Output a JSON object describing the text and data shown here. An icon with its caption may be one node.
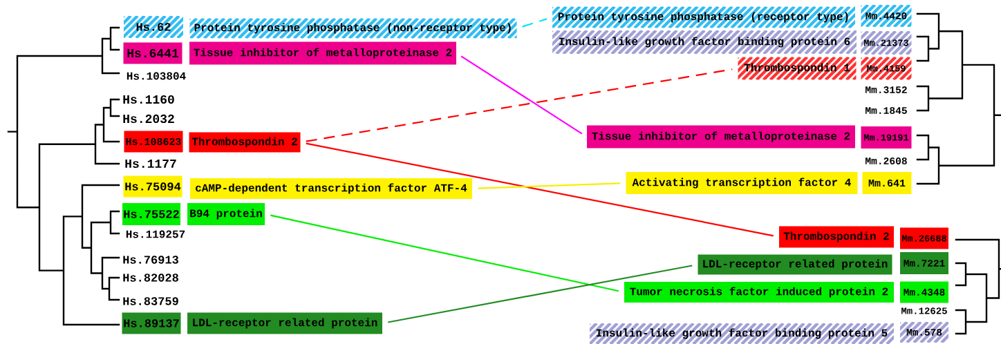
{
  "diagram": {
    "nodes": [
      {
        "text": [
          "Hs.62"
        ]
      },
      {
        "text": [
          "Protein tyrosine phosphatase (non-receptor type)"
        ]
      },
      {
        "text": [
          "Hs.6441"
        ]
      },
      {
        "text": [
          "Tissue inhibitor of metalloproteinase 2"
        ]
      },
      {
        "text": [
          "Hs.108623"
        ]
      },
      {
        "text": [
          "Thrombospondin 2"
        ]
      },
      {
        "text": [
          "Hs.75094"
        ]
      },
      {
        "text": [
          "cAMP-dependent transcription factor ATF-4"
        ]
      },
      {
        "text": [
          "Hs.75522"
        ]
      },
      {
        "text": [
          "B94 protein"
        ]
      },
      {
        "text": [
          "Hs.89137"
        ]
      },
      {
        "text": [
          "LDL-receptor related protein"
        ]
      },
      {
        "text": [
          "Protein tyrosine phosphatase (receptor type)"
        ]
      },
      {
        "text": [
          "Mm.4420"
        ]
      },
      {
        "text": [
          "Insulin-like growth factor binding protein 6"
        ]
      },
      {
        "text": [
          "Mm.21373"
        ]
      },
      {
        "text": [
          "Thrombospondin 1"
        ]
      },
      {
        "text": [
          "Mm.4159"
        ]
      },
      {
        "text": [
          "Tissue inhibitor of metalloproteinase 2"
        ]
      },
      {
        "text": [
          "Mm.19191"
        ]
      },
      {
        "text": [
          "Activating transcription factor 4"
        ]
      },
      {
        "text": [
          "Mm.641"
        ]
      },
      {
        "text": [
          "Thrombospondin 2"
        ]
      },
      {
        "text": [
          "Mm.26688"
        ]
      },
      {
        "text": [
          "LDL-receptor related protein"
        ]
      },
      {
        "text": [
          "Mm.7221"
        ]
      },
      {
        "text": [
          "Tumor necrosis factor induced protein 2"
        ]
      },
      {
        "text": [
          "Mm.4348"
        ]
      },
      {
        "text": [
          "Insulin-like growth factor binding protein 5"
        ]
      },
      {
        "text": [
          "Mm.578"
        ]
      }
    ],
    "edges": [
      {
        "from": 1,
        "to": 12,
        "arrow": "none",
        "style": "dashed",
        "color": "#00e8f0"
      },
      {
        "from": 3,
        "to": 18,
        "arrow": "none",
        "color": "#ff00ff"
      },
      {
        "from": 5,
        "to": 16,
        "arrow": "none",
        "style": "dashed",
        "color": "#ff0000"
      },
      {
        "from": 5,
        "to": 22,
        "arrow": "none",
        "color": "#ff0000"
      },
      {
        "from": 7,
        "to": 20,
        "arrow": "none",
        "color": "#f5f000"
      },
      {
        "from": 9,
        "to": 26,
        "arrow": "none",
        "color": "#00ee00"
      },
      {
        "from": 11,
        "to": 24,
        "arrow": "none",
        "color": "#228b22"
      }
    ],
    "labels": [
      "Hs.103804",
      "Hs.1160",
      "Hs.2032",
      "Hs.1177",
      "Hs.119257",
      "Hs.76913",
      "Hs.82028",
      "Hs.83759",
      "Mm.3152",
      "Mm.1845",
      "Mm.2608",
      "Mm.12625"
    ]
  }
}
